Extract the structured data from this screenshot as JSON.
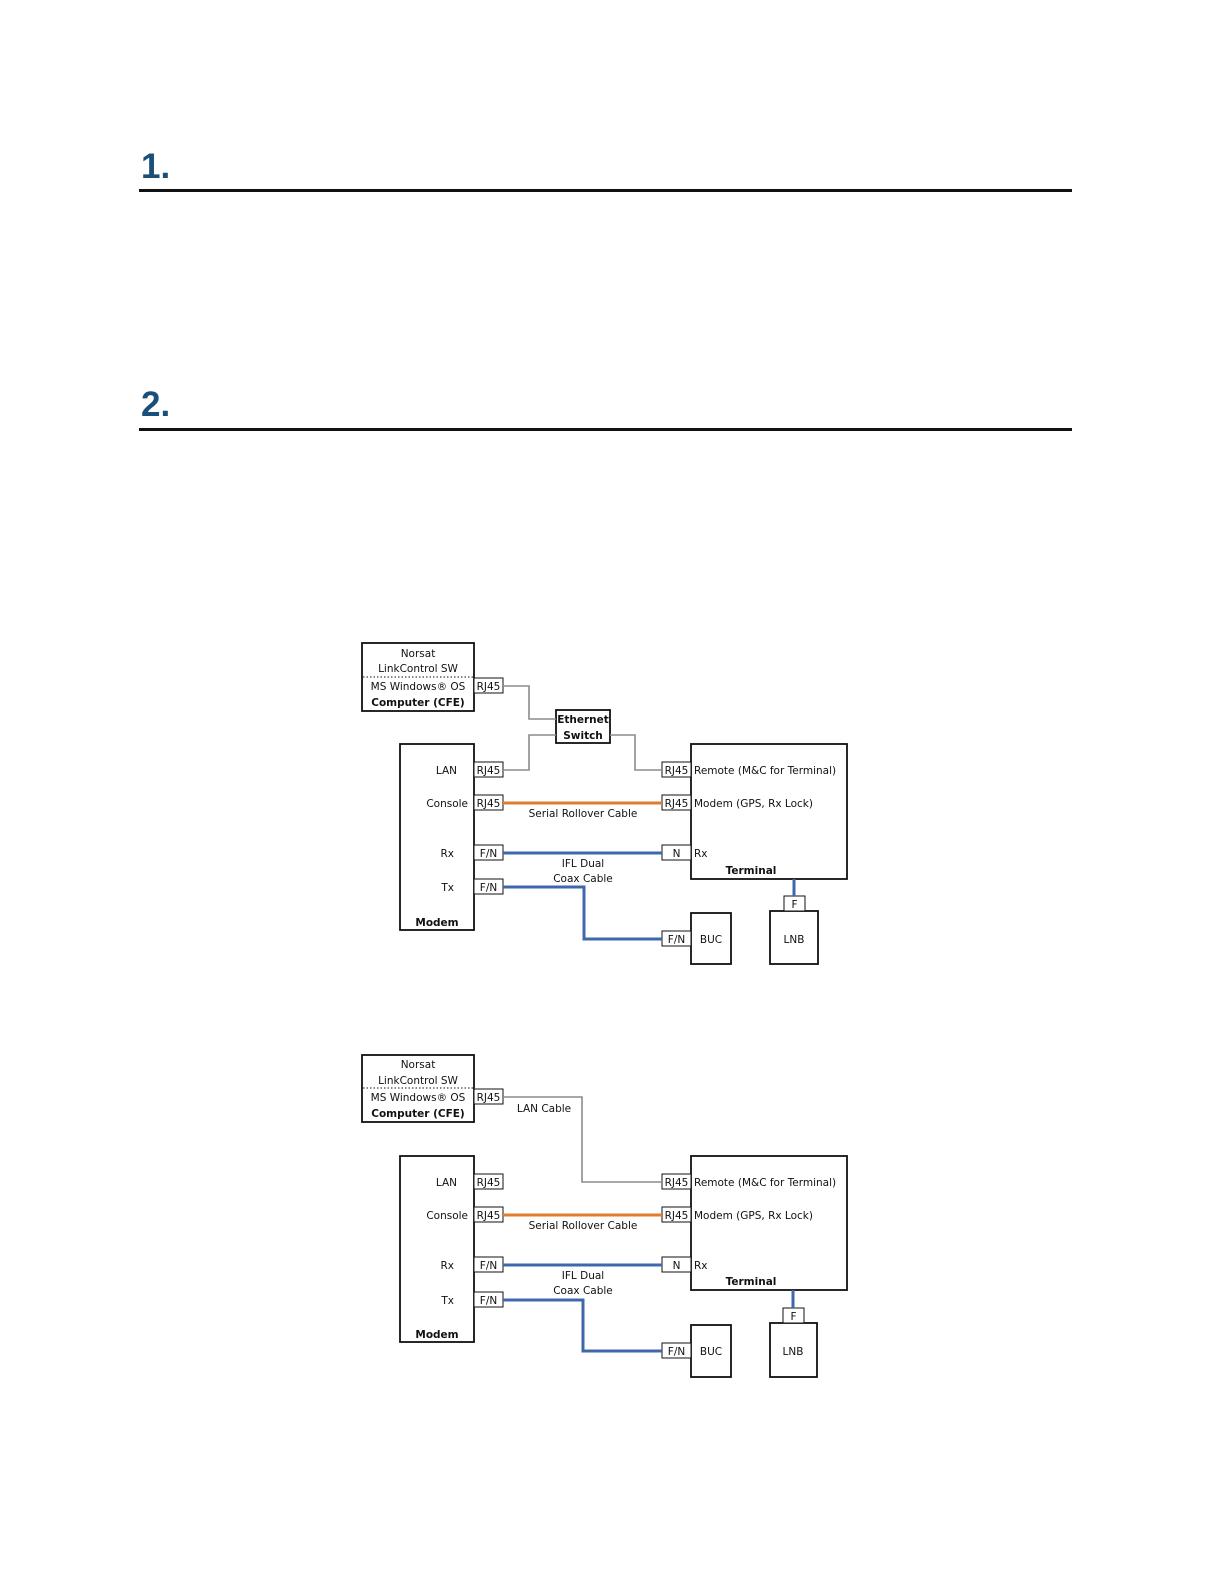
{
  "sections": [
    {
      "number": "1."
    },
    {
      "number": "2."
    }
  ],
  "colors": {
    "heading": "#1a4f7a",
    "lan_cable": "#8c8c8c",
    "serial_cable": "#e07c2e",
    "coax_cable": "#3f67ab"
  },
  "diagram1": {
    "computer": {
      "line1": "Norsat",
      "line2": "LinkControl SW",
      "line3": "MS Windows® OS",
      "title": "Computer (CFE)",
      "port": "RJ45"
    },
    "switch": {
      "line1": "Ethernet",
      "line2": "Switch"
    },
    "modem": {
      "title": "Modem",
      "lan": "LAN",
      "console": "Console",
      "rx": "Rx",
      "tx": "Tx",
      "lan_port": "RJ45",
      "console_port": "RJ45",
      "rx_port": "F/N",
      "tx_port": "F/N"
    },
    "terminal": {
      "title": "Terminal",
      "remote_port": "RJ45",
      "remote": "Remote (M&C for Terminal)",
      "modem_port": "RJ45",
      "modem": "Modem (GPS, Rx Lock)",
      "rx_port": "N",
      "rx": "Rx"
    },
    "buc": {
      "label": "BUC",
      "port": "F/N"
    },
    "lnb": {
      "label": "LNB",
      "port": "F"
    },
    "cables": {
      "serial": "Serial Rollover Cable",
      "ifl1": "IFL Dual",
      "ifl2": "Coax Cable"
    }
  },
  "diagram2": {
    "computer": {
      "line1": "Norsat",
      "line2": "LinkControl SW",
      "line3": "MS Windows® OS",
      "title": "Computer (CFE)",
      "port": "RJ45"
    },
    "modem": {
      "title": "Modem",
      "lan": "LAN",
      "console": "Console",
      "rx": "Rx",
      "tx": "Tx",
      "lan_port": "RJ45",
      "console_port": "RJ45",
      "rx_port": "F/N",
      "tx_port": "F/N"
    },
    "terminal": {
      "title": "Terminal",
      "remote_port": "RJ45",
      "remote": "Remote (M&C for Terminal)",
      "modem_port": "RJ45",
      "modem": "Modem (GPS, Rx Lock)",
      "rx_port": "N",
      "rx": "Rx"
    },
    "buc": {
      "label": "BUC",
      "port": "F/N"
    },
    "lnb": {
      "label": "LNB",
      "port": "F"
    },
    "cables": {
      "lan": "LAN Cable",
      "serial": "Serial Rollover Cable",
      "ifl1": "IFL Dual",
      "ifl2": "Coax Cable"
    }
  }
}
